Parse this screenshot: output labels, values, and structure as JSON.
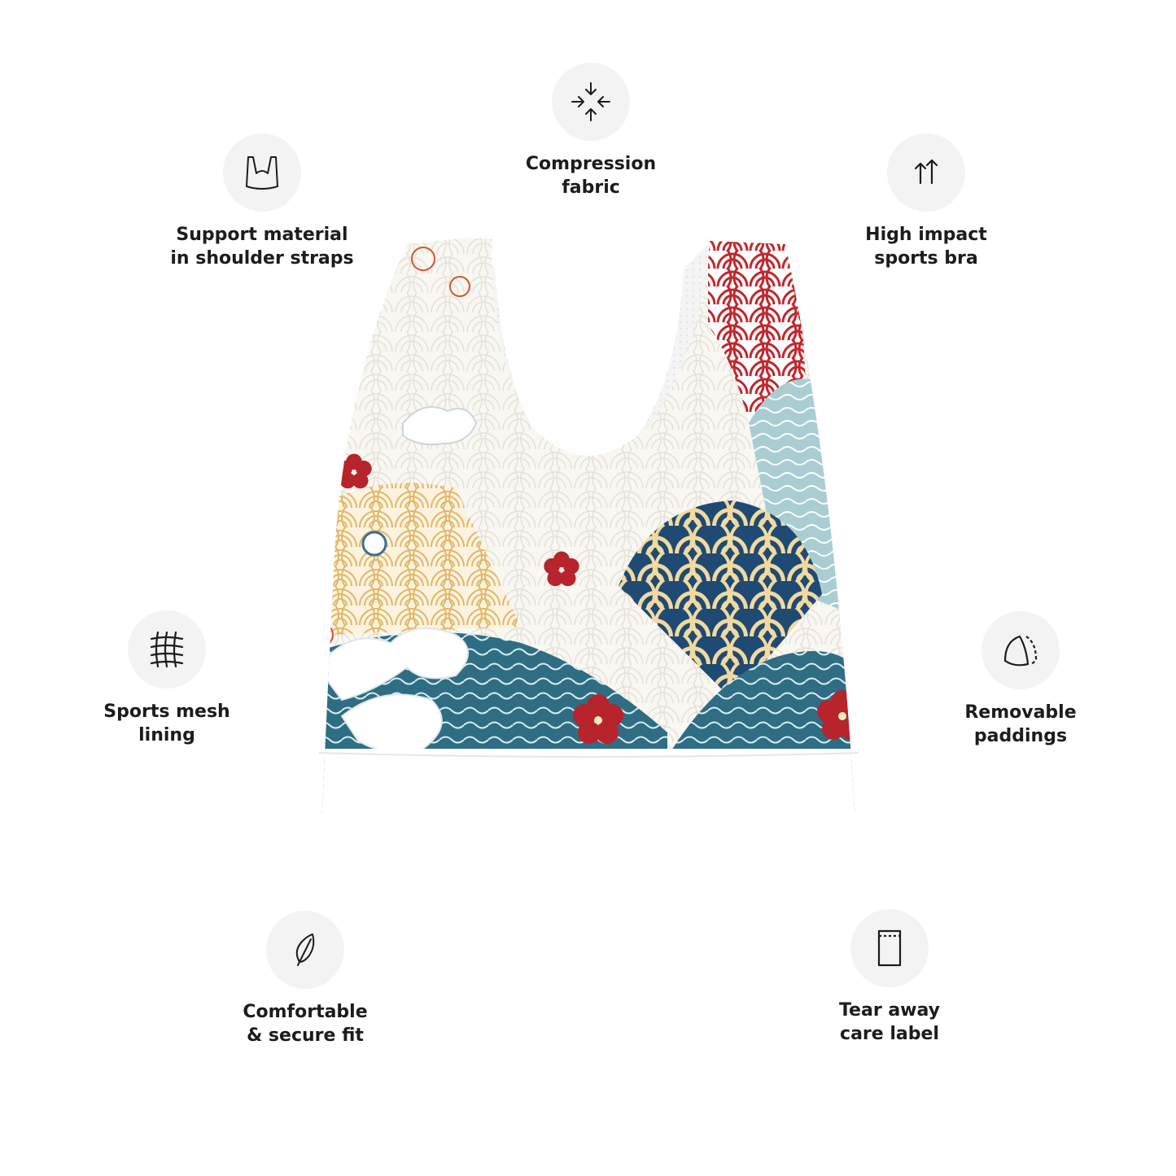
{
  "features": [
    {
      "id": "compression",
      "icon": "compression-arrows-icon",
      "lines": [
        "Compression",
        "fabric"
      ]
    },
    {
      "id": "support",
      "icon": "shoulder-straps-icon",
      "lines": [
        "Support material",
        "in shoulder straps"
      ]
    },
    {
      "id": "impact",
      "icon": "double-up-arrow-icon",
      "lines": [
        "High impact",
        "sports bra"
      ]
    },
    {
      "id": "mesh",
      "icon": "mesh-net-icon",
      "lines": [
        "Sports mesh",
        "lining"
      ]
    },
    {
      "id": "paddings",
      "icon": "padding-cups-icon",
      "lines": [
        "Removable",
        "paddings"
      ]
    },
    {
      "id": "comfort",
      "icon": "feather-icon",
      "lines": [
        "Comfortable",
        "& secure fit"
      ]
    },
    {
      "id": "label",
      "icon": "care-label-icon",
      "lines": [
        "Tear away",
        "care label"
      ]
    }
  ],
  "colors": {
    "icon_bg": "#f3f3f3",
    "text": "#1c1c1c",
    "wave_blue": "#2f6d84",
    "navy": "#1f4a73",
    "gold": "#e3b667",
    "blossom_red": "#b7242c",
    "sea_light": "#a9cdd3"
  }
}
